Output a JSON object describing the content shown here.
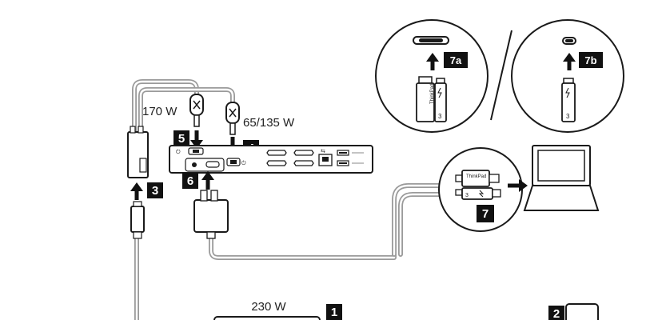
{
  "callouts": {
    "c1": "1",
    "c2": "2",
    "c3": "3",
    "c4": "4",
    "c5": "5",
    "c6": "6",
    "c7": "7",
    "c7a": "7a",
    "c7b": "7b"
  },
  "labels": {
    "power_170": "170 W",
    "power_65_135": "65/135 W",
    "power_230": "230 W",
    "brand": "ThinkPad",
    "port_number": "3"
  },
  "colors": {
    "cable": "#9a9a9a",
    "outline": "#1a1a1a",
    "badge": "#111111"
  }
}
